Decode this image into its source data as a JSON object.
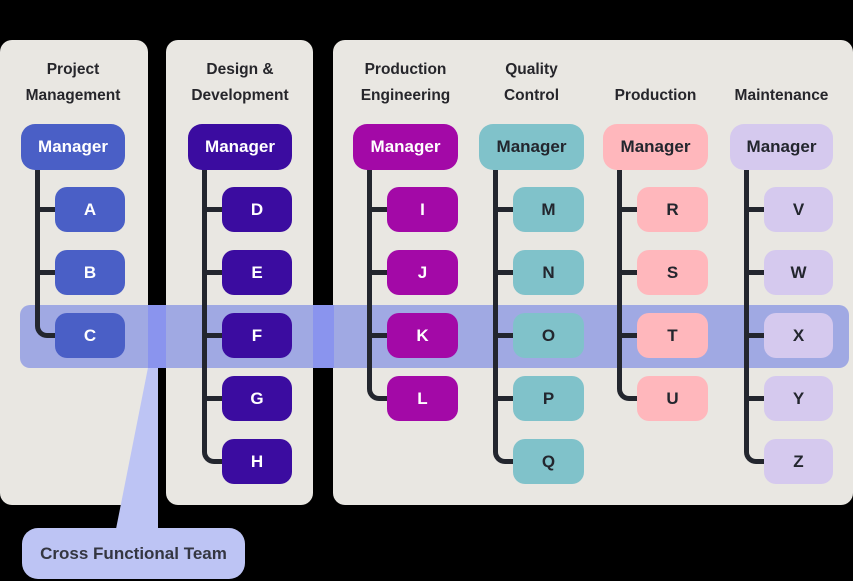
{
  "columns": [
    {
      "department": [
        "Project",
        "Management"
      ],
      "manager": "Manager",
      "members": [
        "A",
        "B",
        "C"
      ],
      "box_color": "#4a5fc6",
      "box_text_color": "#ffffff"
    },
    {
      "department": [
        "Design &",
        "Development"
      ],
      "manager": "Manager",
      "members": [
        "D",
        "E",
        "F",
        "G",
        "H"
      ],
      "box_color": "#3b0ca0",
      "box_text_color": "#ffffff"
    },
    {
      "department": [
        "Production",
        "Engineering"
      ],
      "manager": "Manager",
      "members": [
        "I",
        "J",
        "K",
        "L"
      ],
      "box_color": "#a309a7",
      "box_text_color": "#ffffff"
    },
    {
      "department": [
        "Quality",
        "Control"
      ],
      "manager": "Manager",
      "members": [
        "M",
        "N",
        "O",
        "P",
        "Q"
      ],
      "box_color": "#80c2ca",
      "box_text_color": "#23262e"
    },
    {
      "department": [
        "Production"
      ],
      "manager": "Manager",
      "members": [
        "R",
        "S",
        "T",
        "U"
      ],
      "box_color": "#ffb7bc",
      "box_text_color": "#23262e"
    },
    {
      "department": [
        "Maintenance"
      ],
      "manager": "Manager",
      "members": [
        "V",
        "W",
        "X",
        "Y",
        "Z"
      ],
      "box_color": "#d5c9ee",
      "box_text_color": "#23262e"
    }
  ],
  "cross_functional_team": {
    "label": "Cross Functional Team",
    "members": [
      "C",
      "F",
      "K",
      "O",
      "T",
      "X"
    ],
    "band_color": "#a0a9e3",
    "band_gap_color": "#8a94ee",
    "callout_color": "#bdc4f4",
    "callout_text_color": "#343641"
  },
  "colors": {
    "background": "#000000",
    "panel_background": "#e9e7e2",
    "connector": "#23262e",
    "header_text": "#26262b"
  }
}
